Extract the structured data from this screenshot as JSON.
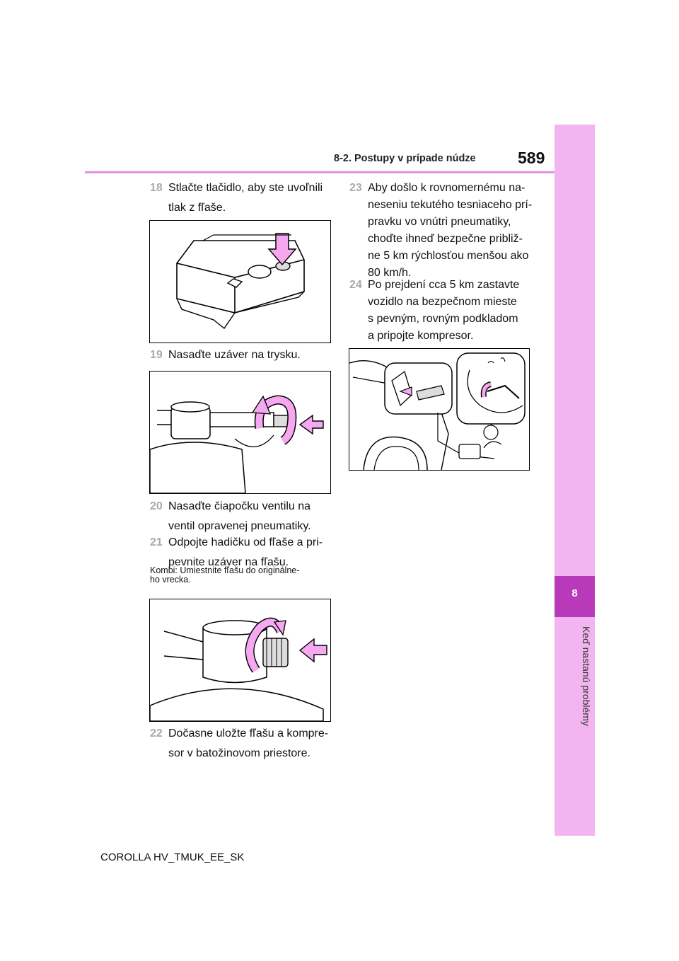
{
  "header": {
    "section": "8-2. Postupy v prípade núdze",
    "page_number": "589"
  },
  "side_tab": {
    "chapter_number": "8",
    "chapter_title": "Keď nastanú problémy"
  },
  "steps": [
    {
      "number": "18",
      "lines": [
        "Stlačte tlačidlo, aby ste uvoľnili",
        "tlak z fľaše."
      ]
    },
    {
      "number": "19",
      "lines": [
        "Nasaďte uzáver na trysku."
      ]
    },
    {
      "number": "20",
      "lines": [
        "Nasaďte čiapočku ventilu na",
        "ventil opravenej pneumatiky."
      ]
    },
    {
      "number": "21",
      "lines": [
        "Odpojte hadičku od fľaše a pri-",
        "pevnite uzáver na fľašu."
      ]
    },
    {
      "number": "22",
      "lines": [
        "Dočasne uložte fľašu a kompre-",
        "sor v batožinovom priestore."
      ]
    },
    {
      "number": "23",
      "lines": [
        "Aby došlo k rovnomernému na-",
        "neseniu tekutého tesniaceho prí-",
        "pravku vo vnútri pneumatiky,",
        "choďte ihneď bezpečne približ-",
        "ne 5 km rýchlosťou menšou ako",
        "80 km/h."
      ]
    },
    {
      "number": "24",
      "lines": [
        "Po prejdení cca 5 km zastavte",
        "vozidlo na bezpečnom mieste",
        "s pevným, rovným podkladom",
        "a pripojte kompresor."
      ]
    }
  ],
  "note": {
    "lines": [
      "Kombi: Umiestnite fľašu do originálne-",
      "ho vrecka."
    ]
  },
  "footer": {
    "model_code": "COROLLA HV_TMUK_EE_SK"
  },
  "colors": {
    "accent_pink": "#f3b5f0",
    "accent_dark": "#b83aba",
    "arrow_pink": "#f5a8f0",
    "rule_pink": "#e88ee6"
  }
}
